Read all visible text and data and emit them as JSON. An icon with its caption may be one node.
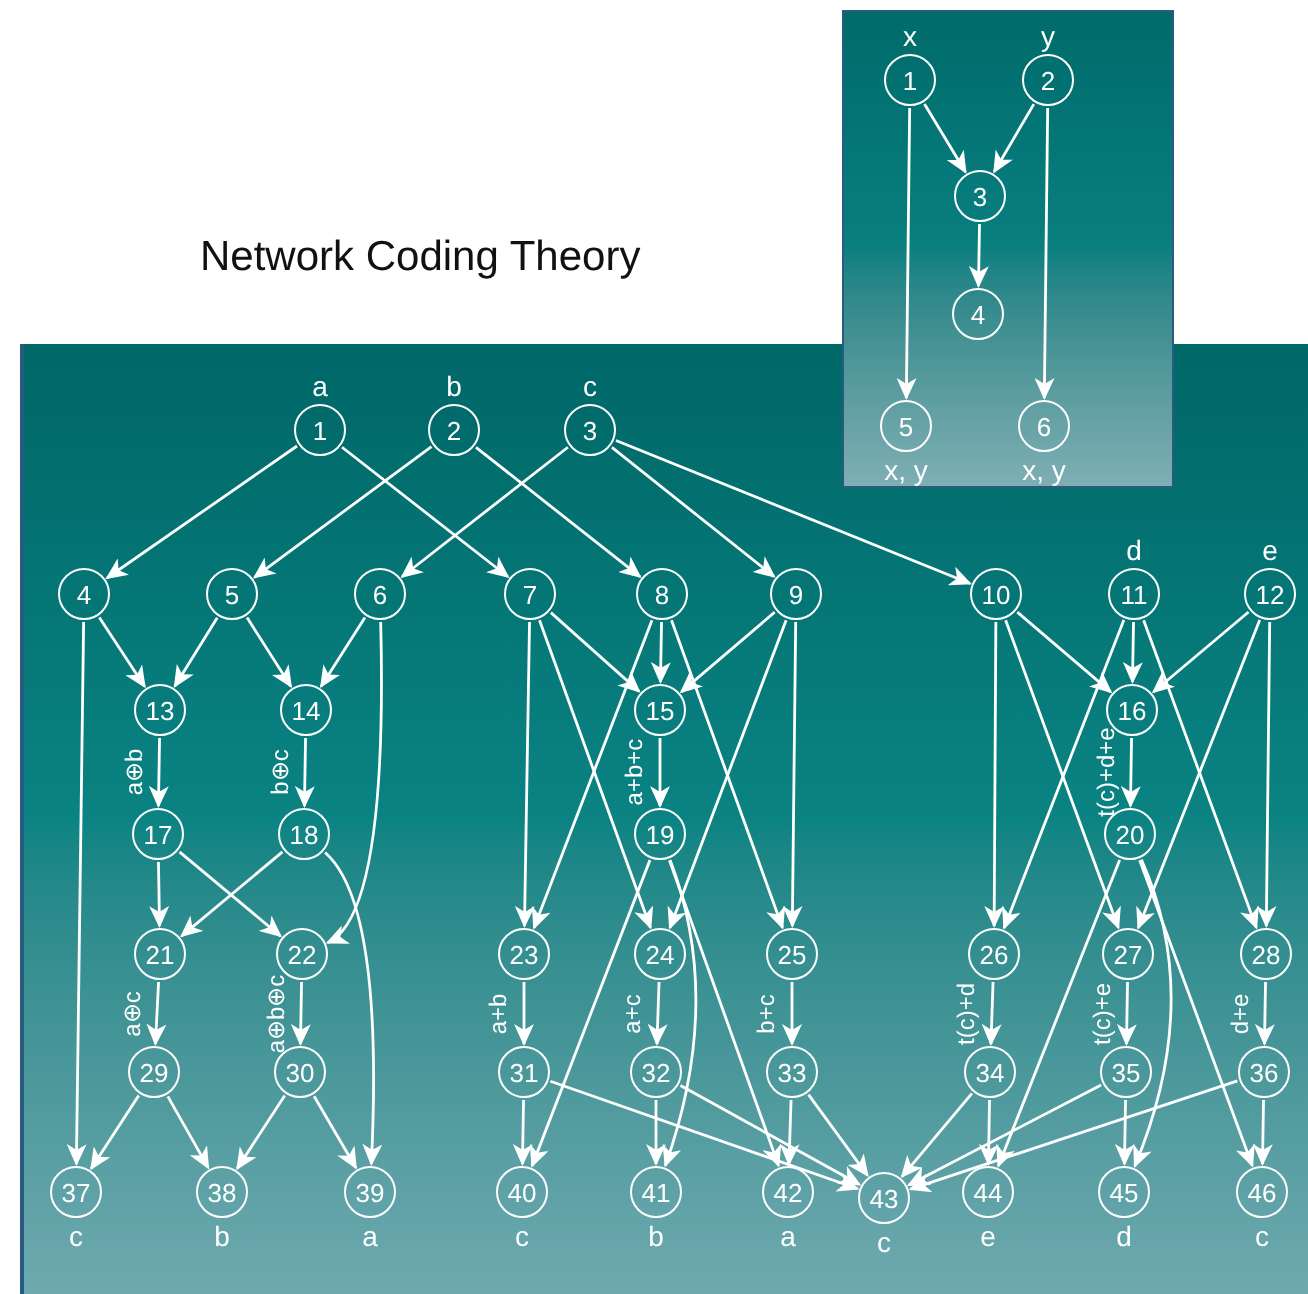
{
  "diagram": {
    "title": "Network Coding Theory",
    "nodes": [
      {
        "text": [
          "1"
        ],
        "beside": [
          "x"
        ]
      },
      {
        "text": [
          "2"
        ],
        "beside": [
          "y"
        ]
      },
      {
        "text": [
          "3"
        ]
      },
      {
        "text": [
          "4"
        ]
      },
      {
        "text": [
          "5"
        ],
        "beside": [
          "x, y"
        ]
      },
      {
        "text": [
          "6"
        ],
        "beside": [
          "x, y"
        ]
      },
      {
        "text": [
          "1"
        ],
        "beside": [
          "a"
        ]
      },
      {
        "text": [
          "2"
        ],
        "beside": [
          "b"
        ]
      },
      {
        "text": [
          "3"
        ],
        "beside": [
          "c"
        ]
      },
      {
        "text": [
          "4"
        ]
      },
      {
        "text": [
          "5"
        ]
      },
      {
        "text": [
          "6"
        ]
      },
      {
        "text": [
          "7"
        ]
      },
      {
        "text": [
          "8"
        ]
      },
      {
        "text": [
          "9"
        ]
      },
      {
        "text": [
          "10"
        ]
      },
      {
        "text": [
          "11"
        ],
        "beside": [
          "d"
        ]
      },
      {
        "text": [
          "12"
        ],
        "beside": [
          "e"
        ]
      },
      {
        "text": [
          "13"
        ]
      },
      {
        "text": [
          "14"
        ]
      },
      {
        "text": [
          "15"
        ]
      },
      {
        "text": [
          "16"
        ]
      },
      {
        "text": [
          "17"
        ]
      },
      {
        "text": [
          "18"
        ]
      },
      {
        "text": [
          "19"
        ]
      },
      {
        "text": [
          "20"
        ]
      },
      {
        "text": [
          "21"
        ]
      },
      {
        "text": [
          "22"
        ]
      },
      {
        "text": [
          "23"
        ]
      },
      {
        "text": [
          "24"
        ]
      },
      {
        "text": [
          "25"
        ]
      },
      {
        "text": [
          "26"
        ]
      },
      {
        "text": [
          "27"
        ]
      },
      {
        "text": [
          "28"
        ]
      },
      {
        "text": [
          "29"
        ]
      },
      {
        "text": [
          "30"
        ]
      },
      {
        "text": [
          "31"
        ]
      },
      {
        "text": [
          "32"
        ]
      },
      {
        "text": [
          "33"
        ]
      },
      {
        "text": [
          "34"
        ]
      },
      {
        "text": [
          "35"
        ]
      },
      {
        "text": [
          "36"
        ]
      },
      {
        "text": [
          "37"
        ],
        "beside": [
          "c"
        ]
      },
      {
        "text": [
          "38"
        ],
        "beside": [
          "b"
        ]
      },
      {
        "text": [
          "39"
        ],
        "beside": [
          "a"
        ]
      },
      {
        "text": [
          "40"
        ],
        "beside": [
          "c"
        ]
      },
      {
        "text": [
          "41"
        ],
        "beside": [
          "b"
        ]
      },
      {
        "text": [
          "42"
        ],
        "beside": [
          "a"
        ]
      },
      {
        "text": [
          "43"
        ],
        "beside": [
          "c"
        ]
      },
      {
        "text": [
          "44"
        ],
        "beside": [
          "e"
        ]
      },
      {
        "text": [
          "45"
        ],
        "beside": [
          "d"
        ]
      },
      {
        "text": [
          "46"
        ],
        "beside": [
          "c"
        ]
      }
    ],
    "edges": [
      {
        "from": 0,
        "to": 2,
        "arrow": "to"
      },
      {
        "from": 1,
        "to": 2,
        "arrow": "to"
      },
      {
        "from": 2,
        "to": 3,
        "arrow": "to"
      },
      {
        "from": 0,
        "to": 4,
        "arrow": "to"
      },
      {
        "from": 1,
        "to": 5,
        "arrow": "to"
      },
      {
        "from": 6,
        "to": 9,
        "arrow": "to"
      },
      {
        "from": 6,
        "to": 12,
        "arrow": "to"
      },
      {
        "from": 7,
        "to": 10,
        "arrow": "to"
      },
      {
        "from": 7,
        "to": 13,
        "arrow": "to"
      },
      {
        "from": 8,
        "to": 11,
        "arrow": "to"
      },
      {
        "from": 8,
        "to": 14,
        "arrow": "to"
      },
      {
        "from": 8,
        "to": 15,
        "arrow": "to"
      },
      {
        "from": 9,
        "to": 18,
        "arrow": "to"
      },
      {
        "from": 9,
        "to": 42,
        "arrow": "to"
      },
      {
        "from": 10,
        "to": 18,
        "arrow": "to"
      },
      {
        "from": 10,
        "to": 19,
        "arrow": "to"
      },
      {
        "from": 11,
        "to": 19,
        "arrow": "to"
      },
      {
        "from": 11,
        "to": 27,
        "arrow": "to"
      },
      {
        "from": 12,
        "to": 20,
        "arrow": "to"
      },
      {
        "from": 12,
        "to": 28,
        "arrow": "to"
      },
      {
        "from": 12,
        "to": 29,
        "arrow": "to"
      },
      {
        "from": 13,
        "to": 20,
        "arrow": "to"
      },
      {
        "from": 13,
        "to": 28,
        "arrow": "to"
      },
      {
        "from": 13,
        "to": 30,
        "arrow": "to"
      },
      {
        "from": 14,
        "to": 20,
        "arrow": "to"
      },
      {
        "from": 14,
        "to": 29,
        "arrow": "to"
      },
      {
        "from": 14,
        "to": 30,
        "arrow": "to"
      },
      {
        "from": 15,
        "to": 21,
        "arrow": "to"
      },
      {
        "from": 15,
        "to": 31,
        "arrow": "to"
      },
      {
        "from": 15,
        "to": 32,
        "arrow": "to"
      },
      {
        "from": 16,
        "to": 21,
        "arrow": "to"
      },
      {
        "from": 16,
        "to": 31,
        "arrow": "to"
      },
      {
        "from": 16,
        "to": 33,
        "arrow": "to"
      },
      {
        "from": 17,
        "to": 21,
        "arrow": "to"
      },
      {
        "from": 17,
        "to": 32,
        "arrow": "to"
      },
      {
        "from": 17,
        "to": 33,
        "arrow": "to"
      },
      {
        "from": 18,
        "to": 22,
        "arrow": "to",
        "label": "a⊕b"
      },
      {
        "from": 19,
        "to": 23,
        "arrow": "to",
        "label": "b⊕c"
      },
      {
        "from": 20,
        "to": 24,
        "arrow": "to",
        "label": "a+b+c"
      },
      {
        "from": 21,
        "to": 25,
        "arrow": "to",
        "label": "t(c)+d+e"
      },
      {
        "from": 22,
        "to": 26,
        "arrow": "to"
      },
      {
        "from": 22,
        "to": 27,
        "arrow": "to"
      },
      {
        "from": 23,
        "to": 26,
        "arrow": "to"
      },
      {
        "from": 23,
        "to": 44,
        "arrow": "to"
      },
      {
        "from": 24,
        "to": 45,
        "arrow": "to"
      },
      {
        "from": 24,
        "to": 46,
        "arrow": "to"
      },
      {
        "from": 24,
        "to": 47,
        "arrow": "to"
      },
      {
        "from": 25,
        "to": 49,
        "arrow": "to"
      },
      {
        "from": 25,
        "to": 50,
        "arrow": "to"
      },
      {
        "from": 25,
        "to": 51,
        "arrow": "to"
      },
      {
        "from": 26,
        "to": 34,
        "arrow": "to",
        "label": "a⊕c"
      },
      {
        "from": 27,
        "to": 35,
        "arrow": "to",
        "label": "a⊕b⊕c"
      },
      {
        "from": 28,
        "to": 36,
        "arrow": "to",
        "label": "a+b"
      },
      {
        "from": 29,
        "to": 37,
        "arrow": "to",
        "label": "a+c"
      },
      {
        "from": 30,
        "to": 38,
        "arrow": "to",
        "label": "b+c"
      },
      {
        "from": 31,
        "to": 39,
        "arrow": "to",
        "label": "t(c)+d"
      },
      {
        "from": 32,
        "to": 40,
        "arrow": "to",
        "label": "t(c)+e"
      },
      {
        "from": 33,
        "to": 41,
        "arrow": "to",
        "label": "d+e"
      },
      {
        "from": 34,
        "to": 42,
        "arrow": "to"
      },
      {
        "from": 34,
        "to": 43,
        "arrow": "to"
      },
      {
        "from": 35,
        "to": 43,
        "arrow": "to"
      },
      {
        "from": 35,
        "to": 44,
        "arrow": "to"
      },
      {
        "from": 36,
        "to": 45,
        "arrow": "to"
      },
      {
        "from": 36,
        "to": 48,
        "arrow": "to"
      },
      {
        "from": 37,
        "to": 46,
        "arrow": "to"
      },
      {
        "from": 37,
        "to": 48,
        "arrow": "to"
      },
      {
        "from": 38,
        "to": 47,
        "arrow": "to"
      },
      {
        "from": 38,
        "to": 48,
        "arrow": "to"
      },
      {
        "from": 39,
        "to": 48,
        "arrow": "to"
      },
      {
        "from": 39,
        "to": 49,
        "arrow": "to"
      },
      {
        "from": 40,
        "to": 48,
        "arrow": "to"
      },
      {
        "from": 40,
        "to": 50,
        "arrow": "to"
      },
      {
        "from": 41,
        "to": 48,
        "arrow": "to"
      },
      {
        "from": 41,
        "to": 51,
        "arrow": "to"
      }
    ]
  }
}
